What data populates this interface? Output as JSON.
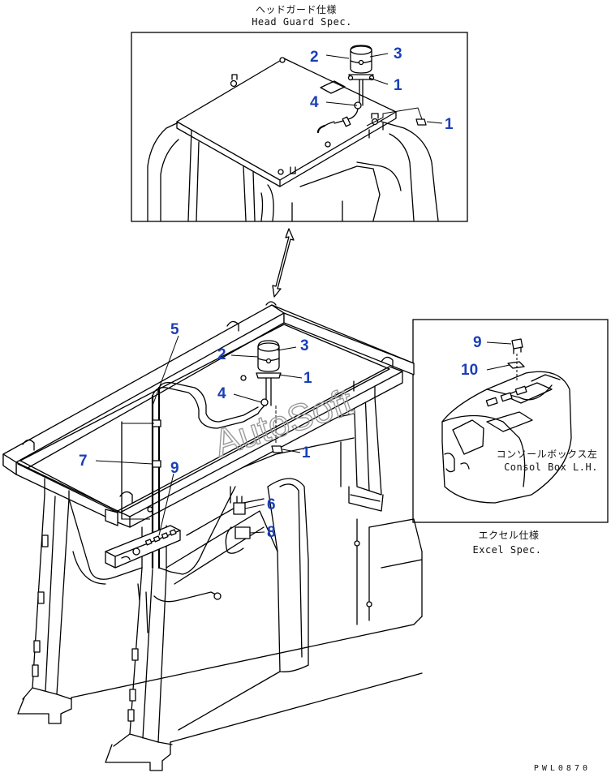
{
  "top_view": {
    "caption_jp": "ヘッドガード仕様",
    "caption_en": "Head Guard Spec.",
    "callouts": [
      {
        "id": "top-2",
        "label": "2"
      },
      {
        "id": "top-3",
        "label": "3"
      },
      {
        "id": "top-1a",
        "label": "1"
      },
      {
        "id": "top-4",
        "label": "4"
      },
      {
        "id": "top-1b",
        "label": "1"
      }
    ]
  },
  "main_view": {
    "callouts": [
      {
        "id": "main-5",
        "label": "5"
      },
      {
        "id": "main-2",
        "label": "2"
      },
      {
        "id": "main-3",
        "label": "3"
      },
      {
        "id": "main-4",
        "label": "4"
      },
      {
        "id": "main-1a",
        "label": "1"
      },
      {
        "id": "main-1b",
        "label": "1"
      },
      {
        "id": "main-7",
        "label": "7"
      },
      {
        "id": "main-9",
        "label": "9"
      },
      {
        "id": "main-6",
        "label": "6"
      },
      {
        "id": "main-8",
        "label": "8"
      }
    ]
  },
  "excel_view": {
    "caption_jp": "エクセル仕様",
    "caption_en": "Excel Spec.",
    "console_jp": "コンソールボックス左",
    "console_en": "Consol Box L.H.",
    "callouts": [
      {
        "id": "excel-9",
        "label": "9"
      },
      {
        "id": "excel-10",
        "label": "10"
      }
    ]
  },
  "watermark": "AutoSoft",
  "drawing_code": "PWL0870",
  "colors": {
    "callout": "#1a3fb8",
    "line": "#000000",
    "watermark": "#9a9a9a"
  }
}
